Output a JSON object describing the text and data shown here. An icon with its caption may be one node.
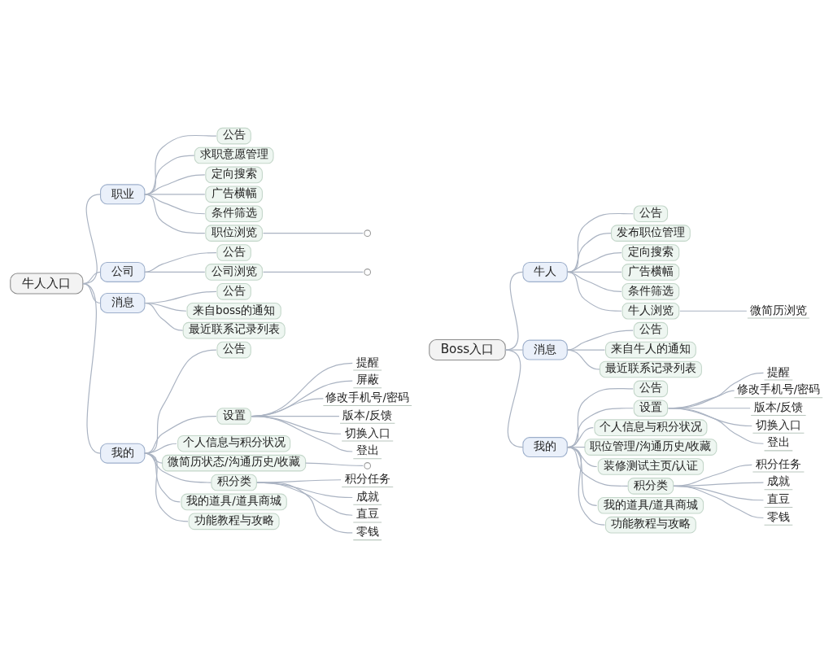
{
  "diagram": {
    "nodes": [
      {
        "text": [
          "牛人入口"
        ]
      },
      {
        "text": [
          "职业"
        ]
      },
      {
        "text": [
          "公告"
        ]
      },
      {
        "text": [
          "求职意愿管理"
        ]
      },
      {
        "text": [
          "定向搜索"
        ]
      },
      {
        "text": [
          "广告横幅"
        ]
      },
      {
        "text": [
          "条件筛选"
        ]
      },
      {
        "text": [
          "职位浏览"
        ]
      },
      {
        "text": [],
        "shape": "circle"
      },
      {
        "text": [
          "公司"
        ]
      },
      {
        "text": [
          "公告"
        ]
      },
      {
        "text": [
          "公司浏览"
        ]
      },
      {
        "text": [],
        "shape": "circle"
      },
      {
        "text": [
          "消息"
        ]
      },
      {
        "text": [
          "公告"
        ]
      },
      {
        "text": [
          "来自boss的通知"
        ]
      },
      {
        "text": [
          "最近联系记录列表"
        ]
      },
      {
        "text": [
          "我的"
        ]
      },
      {
        "text": [
          "公告"
        ]
      },
      {
        "text": [
          "设置"
        ]
      },
      {
        "text": [
          "提醒"
        ]
      },
      {
        "text": [
          "屏蔽"
        ]
      },
      {
        "text": [
          "修改手机号/密码"
        ]
      },
      {
        "text": [
          "版本/反馈"
        ]
      },
      {
        "text": [
          "切换入口"
        ]
      },
      {
        "text": [
          "登出"
        ]
      },
      {
        "text": [
          "个人信息与积分状况"
        ]
      },
      {
        "text": [
          "微简历状态/沟通历史/收藏"
        ]
      },
      {
        "text": [],
        "shape": "circle"
      },
      {
        "text": [
          "积分类"
        ]
      },
      {
        "text": [
          "积分任务"
        ]
      },
      {
        "text": [
          "成就"
        ]
      },
      {
        "text": [
          "直豆"
        ]
      },
      {
        "text": [
          "零钱"
        ]
      },
      {
        "text": [
          "我的道具/道具商城"
        ]
      },
      {
        "text": [
          "功能教程与攻略"
        ]
      },
      {
        "text": [
          "Boss入口"
        ]
      },
      {
        "text": [
          "牛人"
        ]
      },
      {
        "text": [
          "公告"
        ]
      },
      {
        "text": [
          "发布职位管理"
        ]
      },
      {
        "text": [
          "定向搜索"
        ]
      },
      {
        "text": [
          "广告横幅"
        ]
      },
      {
        "text": [
          "条件筛选"
        ]
      },
      {
        "text": [
          "牛人浏览"
        ]
      },
      {
        "text": [
          "微简历浏览"
        ]
      },
      {
        "text": [
          "消息"
        ]
      },
      {
        "text": [
          "公告"
        ]
      },
      {
        "text": [
          "来自牛人的通知"
        ]
      },
      {
        "text": [
          "最近联系记录列表"
        ]
      },
      {
        "text": [
          "我的"
        ]
      },
      {
        "text": [
          "公告"
        ]
      },
      {
        "text": [
          "设置"
        ]
      },
      {
        "text": [
          "提醒"
        ]
      },
      {
        "text": [
          "修改手机号/密码"
        ]
      },
      {
        "text": [
          "版本/反馈"
        ]
      },
      {
        "text": [
          "切换入口"
        ]
      },
      {
        "text": [
          "登出"
        ]
      },
      {
        "text": [
          "个人信息与积分状况"
        ]
      },
      {
        "text": [
          "职位管理/沟通历史/收藏"
        ]
      },
      {
        "text": [
          "装修测试主页/认证"
        ]
      },
      {
        "text": [
          "积分类"
        ]
      },
      {
        "text": [
          "积分任务"
        ]
      },
      {
        "text": [
          "成就"
        ]
      },
      {
        "text": [
          "直豆"
        ]
      },
      {
        "text": [
          "零钱"
        ]
      },
      {
        "text": [
          "我的道具/道具商城"
        ]
      },
      {
        "text": [
          "功能教程与攻略"
        ]
      }
    ],
    "edges": [
      {
        "from": 0,
        "to": 1,
        "arrow": "none"
      },
      {
        "from": 1,
        "to": 2,
        "arrow": "none"
      },
      {
        "from": 1,
        "to": 3,
        "arrow": "none"
      },
      {
        "from": 1,
        "to": 4,
        "arrow": "none"
      },
      {
        "from": 1,
        "to": 5,
        "arrow": "none"
      },
      {
        "from": 1,
        "to": 6,
        "arrow": "none"
      },
      {
        "from": 1,
        "to": 7,
        "arrow": "none"
      },
      {
        "from": 7,
        "to": 8,
        "arrow": "none"
      },
      {
        "from": 0,
        "to": 9,
        "arrow": "none"
      },
      {
        "from": 9,
        "to": 10,
        "arrow": "none"
      },
      {
        "from": 9,
        "to": 11,
        "arrow": "none"
      },
      {
        "from": 11,
        "to": 12,
        "arrow": "none"
      },
      {
        "from": 0,
        "to": 13,
        "arrow": "none"
      },
      {
        "from": 13,
        "to": 14,
        "arrow": "none"
      },
      {
        "from": 13,
        "to": 15,
        "arrow": "none"
      },
      {
        "from": 13,
        "to": 16,
        "arrow": "none"
      },
      {
        "from": 0,
        "to": 17,
        "arrow": "none"
      },
      {
        "from": 17,
        "to": 18,
        "arrow": "none"
      },
      {
        "from": 17,
        "to": 19,
        "arrow": "none"
      },
      {
        "from": 19,
        "to": 20,
        "arrow": "none"
      },
      {
        "from": 19,
        "to": 21,
        "arrow": "none"
      },
      {
        "from": 19,
        "to": 22,
        "arrow": "none"
      },
      {
        "from": 19,
        "to": 23,
        "arrow": "none"
      },
      {
        "from": 19,
        "to": 24,
        "arrow": "none"
      },
      {
        "from": 19,
        "to": 25,
        "arrow": "none"
      },
      {
        "from": 17,
        "to": 26,
        "arrow": "none"
      },
      {
        "from": 17,
        "to": 27,
        "arrow": "none"
      },
      {
        "from": 27,
        "to": 28,
        "arrow": "none"
      },
      {
        "from": 17,
        "to": 29,
        "arrow": "none"
      },
      {
        "from": 29,
        "to": 30,
        "arrow": "none"
      },
      {
        "from": 29,
        "to": 31,
        "arrow": "none"
      },
      {
        "from": 29,
        "to": 32,
        "arrow": "none"
      },
      {
        "from": 29,
        "to": 33,
        "arrow": "none"
      },
      {
        "from": 17,
        "to": 34,
        "arrow": "none"
      },
      {
        "from": 17,
        "to": 35,
        "arrow": "none"
      },
      {
        "from": 36,
        "to": 37,
        "arrow": "none"
      },
      {
        "from": 37,
        "to": 38,
        "arrow": "none"
      },
      {
        "from": 37,
        "to": 39,
        "arrow": "none"
      },
      {
        "from": 37,
        "to": 40,
        "arrow": "none"
      },
      {
        "from": 37,
        "to": 41,
        "arrow": "none"
      },
      {
        "from": 37,
        "to": 42,
        "arrow": "none"
      },
      {
        "from": 37,
        "to": 43,
        "arrow": "none"
      },
      {
        "from": 43,
        "to": 44,
        "arrow": "none"
      },
      {
        "from": 36,
        "to": 45,
        "arrow": "none"
      },
      {
        "from": 45,
        "to": 46,
        "arrow": "none"
      },
      {
        "from": 45,
        "to": 47,
        "arrow": "none"
      },
      {
        "from": 45,
        "to": 48,
        "arrow": "none"
      },
      {
        "from": 36,
        "to": 49,
        "arrow": "none"
      },
      {
        "from": 49,
        "to": 50,
        "arrow": "none"
      },
      {
        "from": 49,
        "to": 51,
        "arrow": "none"
      },
      {
        "from": 51,
        "to": 52,
        "arrow": "none"
      },
      {
        "from": 51,
        "to": 53,
        "arrow": "none"
      },
      {
        "from": 51,
        "to": 54,
        "arrow": "none"
      },
      {
        "from": 51,
        "to": 55,
        "arrow": "none"
      },
      {
        "from": 51,
        "to": 56,
        "arrow": "none"
      },
      {
        "from": 49,
        "to": 57,
        "arrow": "none"
      },
      {
        "from": 49,
        "to": 58,
        "arrow": "none"
      },
      {
        "from": 49,
        "to": 59,
        "arrow": "none"
      },
      {
        "from": 49,
        "to": 60,
        "arrow": "none"
      },
      {
        "from": 60,
        "to": 61,
        "arrow": "none"
      },
      {
        "from": 60,
        "to": 62,
        "arrow": "none"
      },
      {
        "from": 60,
        "to": 63,
        "arrow": "none"
      },
      {
        "from": 60,
        "to": 64,
        "arrow": "none"
      },
      {
        "from": 49,
        "to": 65,
        "arrow": "none"
      },
      {
        "from": 49,
        "to": 66,
        "arrow": "none"
      }
    ]
  }
}
